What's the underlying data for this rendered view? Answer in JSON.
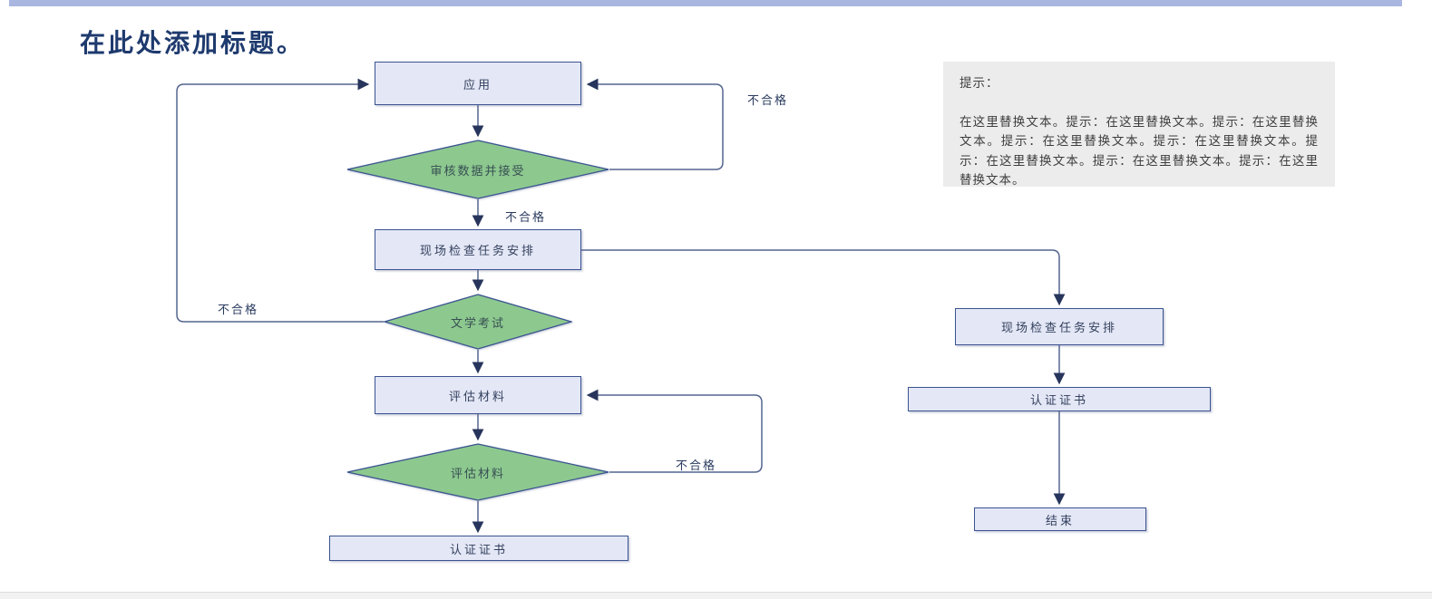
{
  "title": "在此处添加标题。",
  "nodes": {
    "app": "应用",
    "review": "审核数据并接受",
    "site_check": "现场检查任务安排",
    "exam": "文学考试",
    "evaluate_box": "评估材料",
    "evaluate_diamond": "评估材料",
    "certificate": "认证证书",
    "site_check_right": "现场检查任务安排",
    "certificate_right": "认证证书",
    "end": "结束"
  },
  "labels": {
    "fail": "不合格"
  },
  "tip": {
    "heading": "提示：",
    "body": "在这里替换文本。提示：在这里替换文本。提示：在这里替换文本。提示：在这里替换文本。提示：在这里替换文本。提示：在这里替换文本。提示：在这里替换文本。提示：在这里替换文本。"
  },
  "colors": {
    "top_bar": "#a9b7e0",
    "box_fill": "#e4e7f5",
    "box_border": "#3a5391",
    "diamond_fill": "#8dc88f",
    "line": "#54658f",
    "arrow": "#27355c",
    "tip_bg": "#ececec",
    "title_text": "#1e3a6e"
  }
}
